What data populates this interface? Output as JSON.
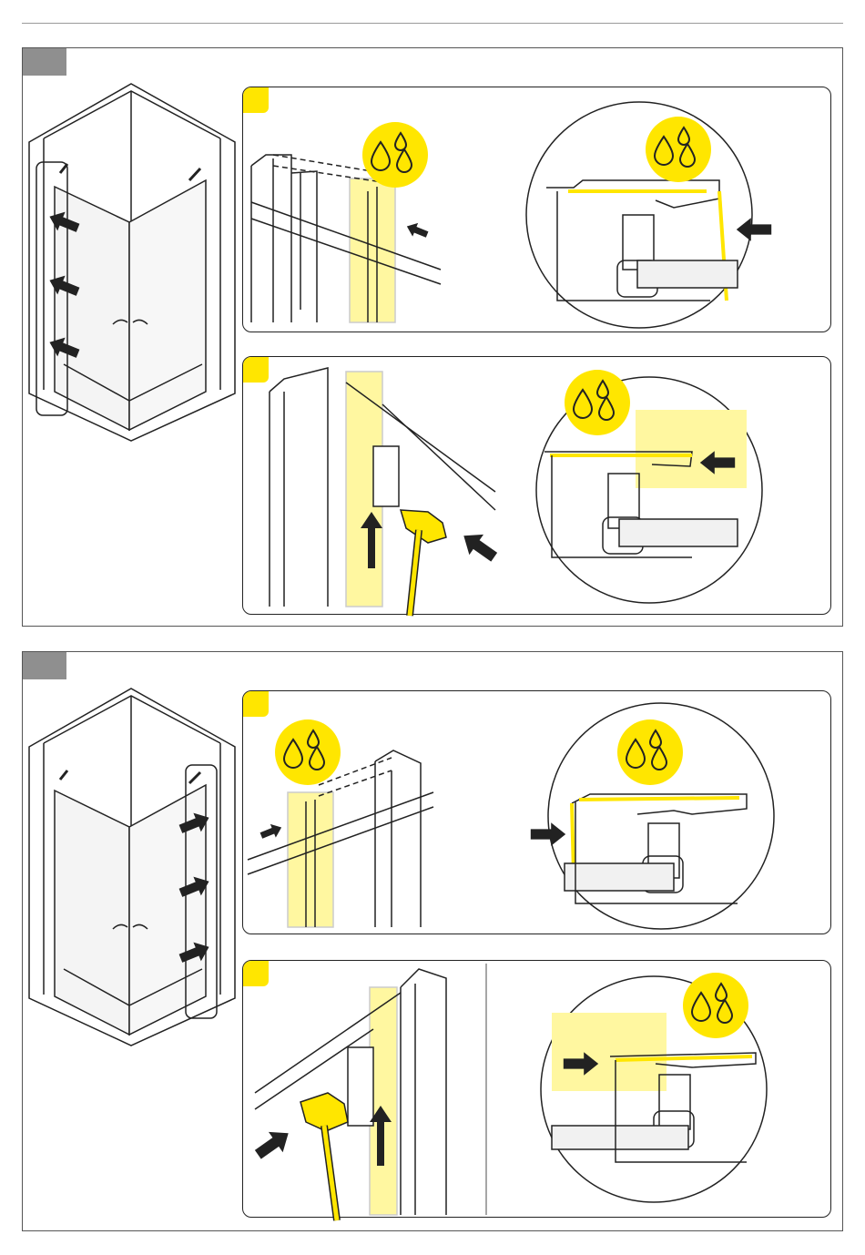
{
  "page": {
    "background": "#ffffff"
  },
  "colors": {
    "accent_yellow": "#ffe600",
    "highlight_yellow": "#fff7a0",
    "line": "#222222",
    "step_gray": "#8f8f8f"
  },
  "icons": {
    "water_drops": "water-drops-icon",
    "arrow": "push-arrow-icon",
    "mallet": "rubber-mallet-icon"
  },
  "sections": [
    {
      "id": "step-1",
      "enclosure_side": "left"
    },
    {
      "id": "step-2",
      "enclosure_side": "right"
    }
  ]
}
